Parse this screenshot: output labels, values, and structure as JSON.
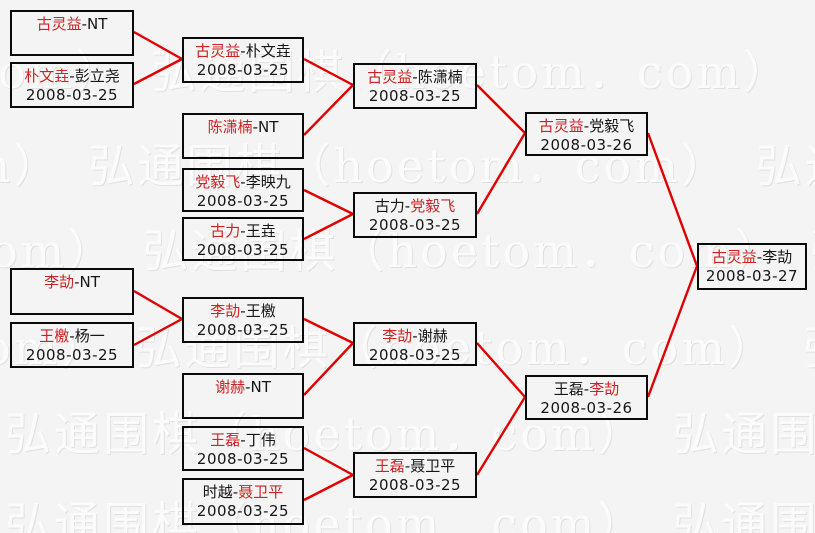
{
  "watermark": {
    "text": "弘通围棋（hoetom．com）",
    "row": "弘通围棋（hoetom．com）　弘通围棋（hoetom．com）　弘通围棋（hoetom．com）"
  },
  "bracket": {
    "separator": "-",
    "colors": {
      "winner_name": "#cc2222",
      "connector_line": "#e00000",
      "box_border": "#0a0a0a",
      "background": "#f4f4f4"
    },
    "matches": [
      {
        "p1": "古灵益",
        "p2": "NT",
        "date": "",
        "winner": "p1"
      },
      {
        "p1": "朴文垚",
        "p2": "彭立尧",
        "date": "2008-03-25",
        "winner": "p1"
      },
      {
        "p1": "古灵益",
        "p2": "朴文垚",
        "date": "2008-03-25",
        "winner": "p1"
      },
      {
        "p1": "陈潇楠",
        "p2": "NT",
        "date": "",
        "winner": "p1"
      },
      {
        "p1": "古灵益",
        "p2": "陈潇楠",
        "date": "2008-03-25",
        "winner": "p1"
      },
      {
        "p1": "党毅飞",
        "p2": "李映九",
        "date": "2008-03-25",
        "winner": "p1"
      },
      {
        "p1": "古力",
        "p2": "王垚",
        "date": "2008-03-25",
        "winner": "p1"
      },
      {
        "p1": "古力",
        "p2": "党毅飞",
        "date": "2008-03-25",
        "winner": "p2"
      },
      {
        "p1": "古灵益",
        "p2": "党毅飞",
        "date": "2008-03-26",
        "winner": "p1"
      },
      {
        "p1": "李劼",
        "p2": "NT",
        "date": "",
        "winner": "p1"
      },
      {
        "p1": "王檄",
        "p2": "杨一",
        "date": "2008-03-25",
        "winner": "p1"
      },
      {
        "p1": "李劼",
        "p2": "王檄",
        "date": "2008-03-25",
        "winner": "p1"
      },
      {
        "p1": "谢赫",
        "p2": "NT",
        "date": "",
        "winner": "p1"
      },
      {
        "p1": "李劼",
        "p2": "谢赫",
        "date": "2008-03-25",
        "winner": "p1"
      },
      {
        "p1": "王磊",
        "p2": "丁伟",
        "date": "2008-03-25",
        "winner": "p1"
      },
      {
        "p1": "时越",
        "p2": "聂卫平",
        "date": "2008-03-25",
        "winner": "p2"
      },
      {
        "p1": "王磊",
        "p2": "聂卫平",
        "date": "2008-03-25",
        "winner": "p1"
      },
      {
        "p1": "王磊",
        "p2": "李劼",
        "date": "2008-03-26",
        "winner": "p2"
      },
      {
        "p1": "古灵益",
        "p2": "李劼",
        "date": "2008-03-27",
        "winner": "p1"
      }
    ]
  }
}
